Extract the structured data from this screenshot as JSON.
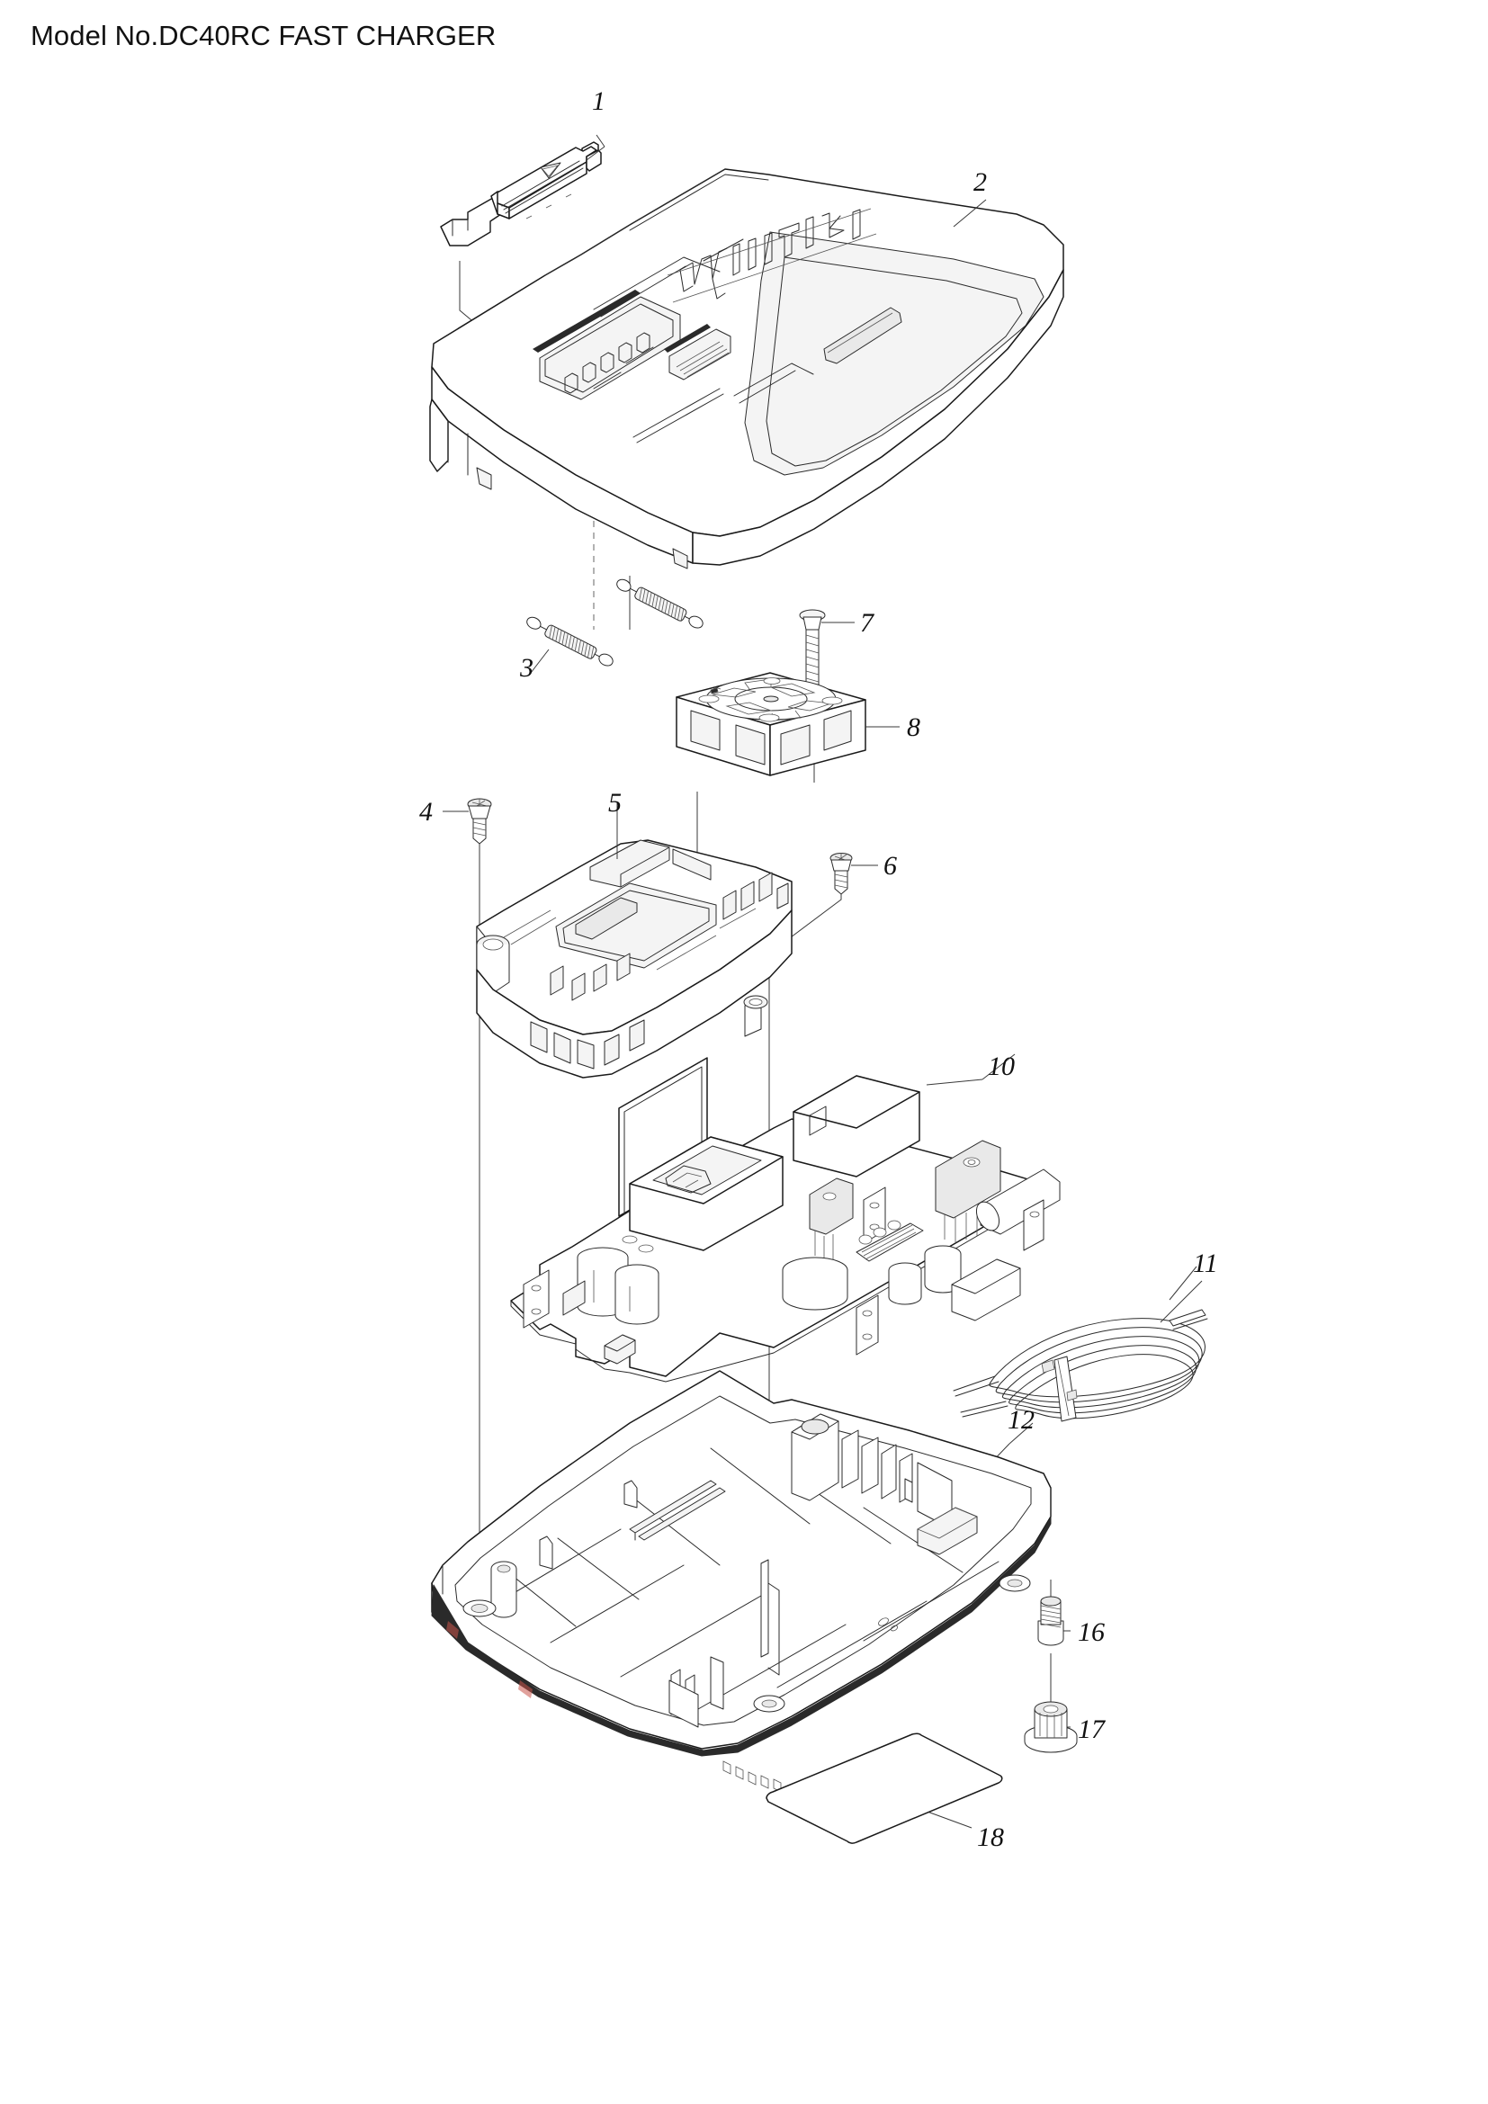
{
  "document": {
    "title": "Model No.DC40RC FAST CHARGER",
    "model_number": "DC40RC",
    "product_name": "FAST CHARGER",
    "diagram_type": "exploded parts view",
    "brand_mark": "makita",
    "background_color": "#ffffff",
    "line_color": "#1a1a1a"
  },
  "parts": [
    {
      "ref": "1",
      "name": "terminal-cover",
      "label": "1"
    },
    {
      "ref": "2",
      "name": "upper-housing",
      "label": "2"
    },
    {
      "ref": "3",
      "name": "tension-spring",
      "label": "3"
    },
    {
      "ref": "4",
      "name": "tapping-screw-pan",
      "label": "4"
    },
    {
      "ref": "5",
      "name": "inner-frame",
      "label": "5"
    },
    {
      "ref": "6",
      "name": "tapping-screw-small",
      "label": "6"
    },
    {
      "ref": "7",
      "name": "fan-mounting-screw",
      "label": "7"
    },
    {
      "ref": "8",
      "name": "cooling-fan",
      "label": "8"
    },
    {
      "ref": "10",
      "name": "circuit-board-assembly",
      "label": "10"
    },
    {
      "ref": "11",
      "name": "power-supply-cord",
      "label": "11"
    },
    {
      "ref": "12",
      "name": "lower-housing",
      "label": "12"
    },
    {
      "ref": "16",
      "name": "bottom-tapping-screw",
      "label": "16"
    },
    {
      "ref": "17",
      "name": "rubber-foot-bushing",
      "label": "17"
    },
    {
      "ref": "18",
      "name": "name-plate",
      "label": "18"
    }
  ]
}
